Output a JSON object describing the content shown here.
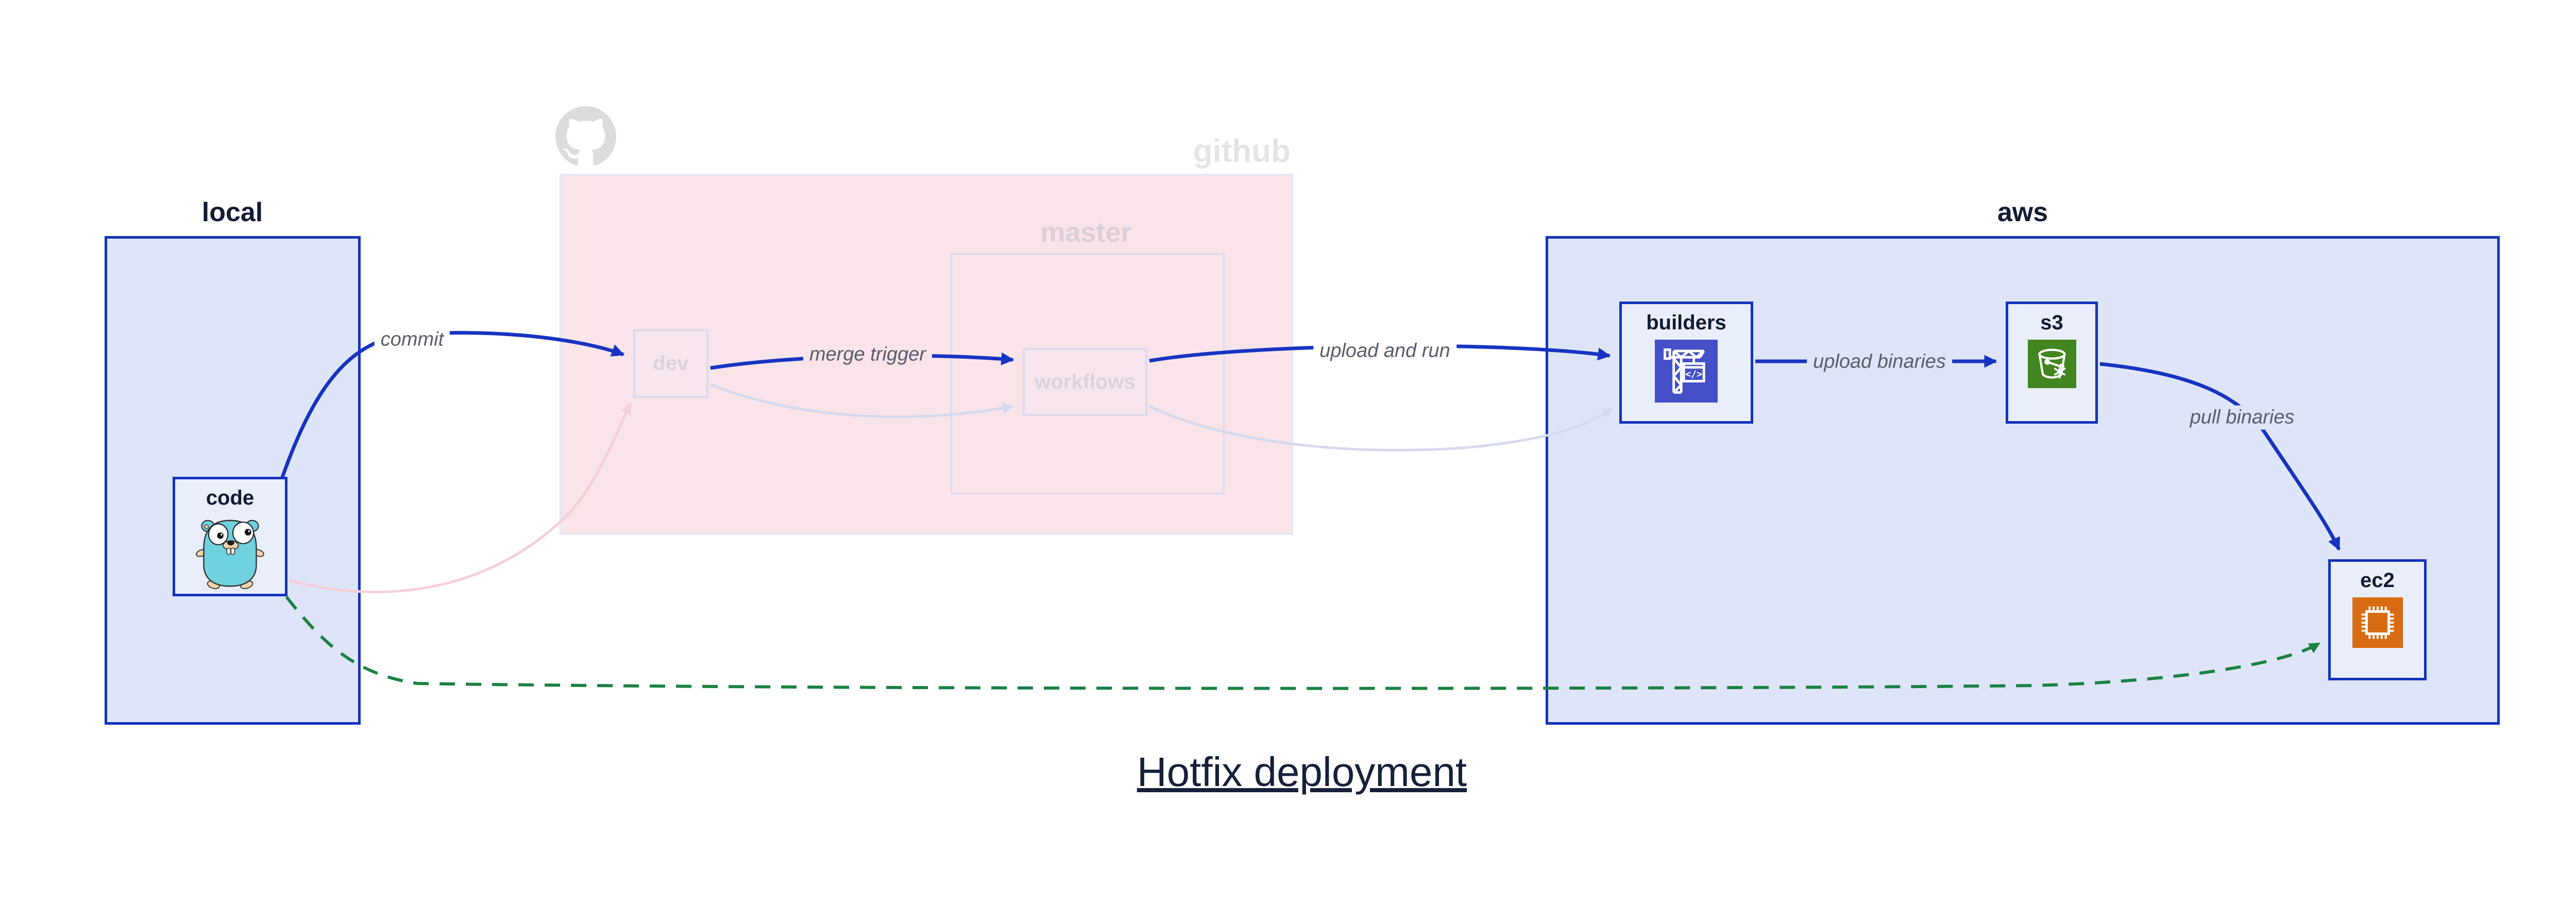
{
  "title": {
    "text": "Hotfix deployment"
  },
  "clusters": {
    "local": {
      "label": "local"
    },
    "github": {
      "label": "github",
      "logo_icon": "github-octocat-icon"
    },
    "master": {
      "label": "master"
    },
    "aws": {
      "label": "aws"
    }
  },
  "nodes": {
    "code": {
      "label": "code",
      "icon": "go-gopher-icon",
      "state": "highlighted"
    },
    "dev": {
      "label": "dev",
      "icon": null,
      "state": "faded"
    },
    "workflows": {
      "label": "workflows",
      "icon": null,
      "state": "faded"
    },
    "builders": {
      "label": "builders",
      "icon": "aws-codebuild-crane-icon",
      "state": "highlighted"
    },
    "s3": {
      "label": "s3",
      "icon": "aws-s3-bucket-icon",
      "state": "highlighted"
    },
    "ec2": {
      "label": "ec2",
      "icon": "aws-ec2-chip-icon",
      "state": "highlighted"
    }
  },
  "edges": {
    "commit": {
      "label": "commit",
      "from": "code",
      "to": "dev",
      "style": "solid-blue"
    },
    "merge_trigger": {
      "label": "merge trigger",
      "from": "dev",
      "to": "workflows",
      "style": "solid-blue"
    },
    "upload_and_run": {
      "label": "upload and run",
      "from": "workflows",
      "to": "builders",
      "style": "solid-blue"
    },
    "upload_binaries": {
      "label": "upload binaries",
      "from": "builders",
      "to": "s3",
      "style": "solid-blue"
    },
    "pull_binaries": {
      "label": "pull binaries",
      "from": "s3",
      "to": "ec2",
      "style": "solid-blue"
    },
    "hotfix_direct": {
      "label": "",
      "from": "code",
      "to": "ec2",
      "style": "dashed-green"
    },
    "faded_commit": {
      "label": "",
      "from": "code",
      "to": "dev",
      "style": "faded-pink"
    },
    "faded_merge": {
      "label": "",
      "from": "dev",
      "to": "workflows",
      "style": "faded-lavender"
    },
    "faded_upload": {
      "label": "",
      "from": "workflows",
      "to": "builders",
      "style": "faded-lavender"
    }
  },
  "colors": {
    "accent_blue": "#1733c1",
    "cluster_border_blue": "#1233bb",
    "cluster_fill_blue": "#dfe5f8",
    "node_fill_blue": "#eaeefb",
    "github_fill_pink": "#f8e4e9",
    "faded_border": "#ded9ee",
    "faded_edge_lavender": "#d6d9ef",
    "faded_edge_pink": "#f4cfdb",
    "hotfix_green": "#1a8142",
    "edge_label_gray": "#585d6b",
    "text_navy": "#111c33",
    "codebuild_indigo": "#4550c8",
    "s3_green": "#41861f",
    "ec2_orange": "#d96c12"
  }
}
